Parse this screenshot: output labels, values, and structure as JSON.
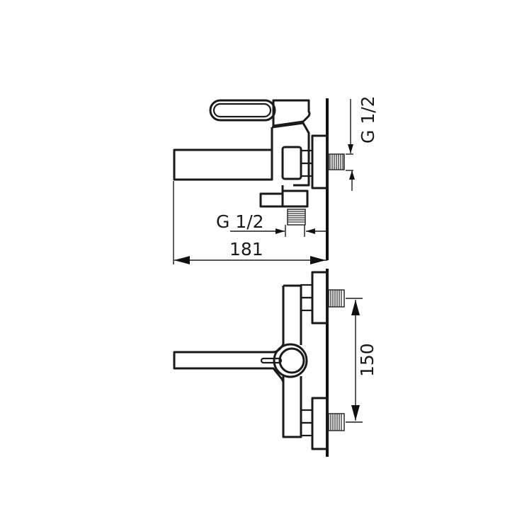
{
  "diagram": {
    "type": "technical-drawing",
    "subject": "wall-mounted bath mixer faucet",
    "views": [
      {
        "name": "side-view"
      },
      {
        "name": "top-view"
      }
    ],
    "dimensions": {
      "side_thread_label": "G 1/2",
      "bottom_thread_label": "G 1/2",
      "overall_length": "181",
      "inlet_spacing": "150"
    },
    "colors": {
      "line": "#1a1a1a",
      "background": "#ffffff"
    }
  }
}
